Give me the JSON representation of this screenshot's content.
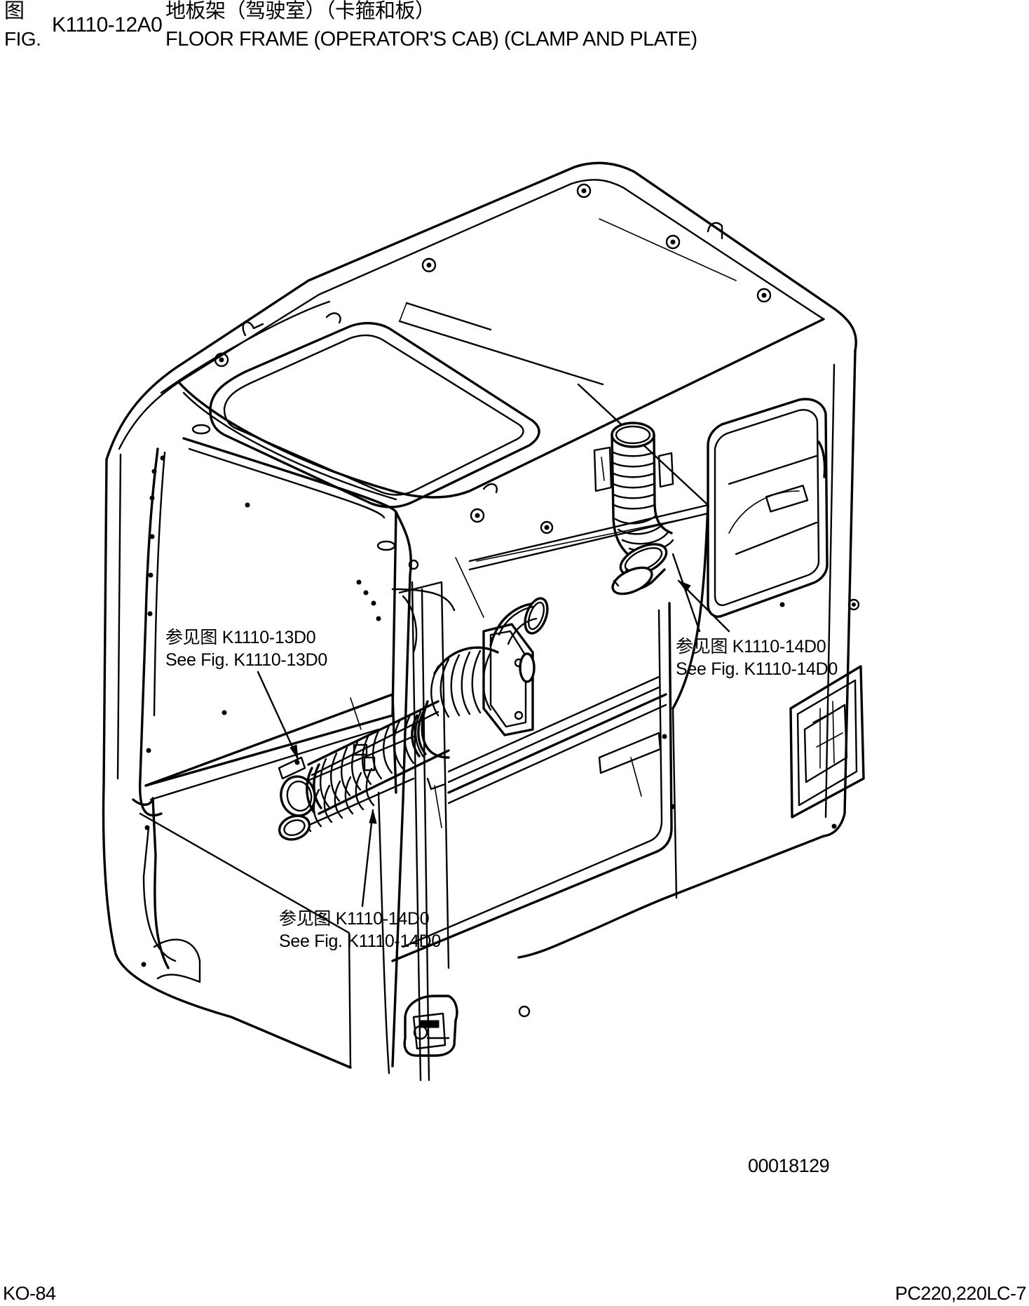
{
  "header": {
    "cn_label": "图",
    "en_label": "FIG.",
    "figure_code": "K1110-12A0",
    "cn_title": "地板架（驾驶室）（卡箍和板）",
    "en_title": "FLOOR FRAME (OPERATOR'S CAB) (CLAMP AND PLATE)"
  },
  "callouts": [
    {
      "cn": "参见图 K1110-13D0",
      "en": "See Fig. K1110-13D0"
    },
    {
      "cn": "参见图 K1110-14D0",
      "en": "See Fig. K1110-14D0"
    },
    {
      "cn": "参见图 K1110-14D0",
      "en": "See Fig. K1110-14D0"
    }
  ],
  "footer": {
    "image_number": "00018129",
    "page_number": "KO-84",
    "model": "PC220,220LC-7"
  }
}
